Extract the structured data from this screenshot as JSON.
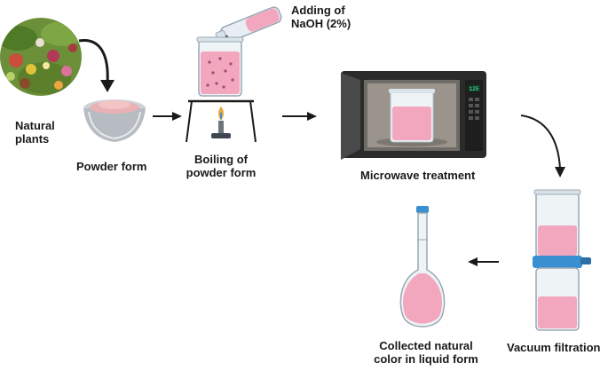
{
  "steps": {
    "natural_plants": {
      "line1": "Natural",
      "line2": "plants"
    },
    "powder_form": {
      "label": "Powder form"
    },
    "naoh": {
      "line1": "Adding of",
      "line2": "NaOH (2%)"
    },
    "boiling": {
      "line1": "Boiling of",
      "line2": "powder form"
    },
    "microwave": {
      "label": "Microwave treatment",
      "display": "125"
    },
    "vacuum": {
      "label": "Vacuum filtration"
    },
    "collected": {
      "line1": "Collected natural",
      "line2": "color  in liquid form"
    }
  },
  "colors": {
    "pink_liquid": "#f2a7bf",
    "powder": "#e9b1b4",
    "arrow": "#1a1a1a",
    "microwave_body": "#2b2b2b",
    "filter_band": "#3a8fd1"
  },
  "icons": [
    "plants-image",
    "bowl-icon",
    "flask-icon",
    "beaker-icon",
    "burner-icon",
    "microwave-icon",
    "filter-icon",
    "volumetric-flask-icon"
  ]
}
